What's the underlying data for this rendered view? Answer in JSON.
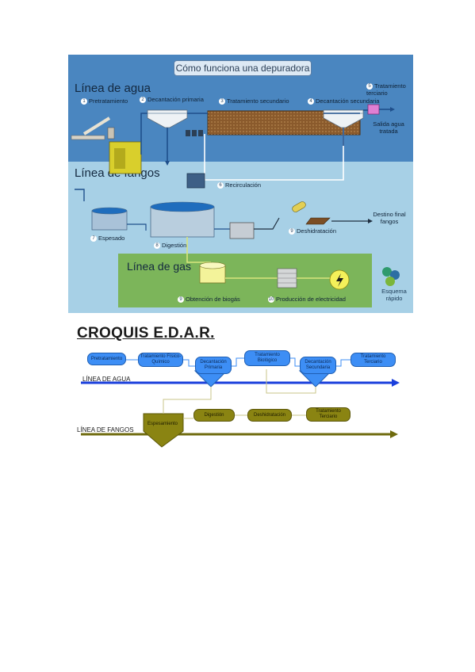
{
  "infographic": {
    "title": "Cómo funciona una depuradora",
    "lines": {
      "agua": "Línea de agua",
      "fangos": "Línea de fangos",
      "gas": "Línea de gas"
    },
    "steps": [
      {
        "num": "1",
        "label": "Pretratamiento"
      },
      {
        "num": "2",
        "label": "Decantación primaria"
      },
      {
        "num": "3",
        "label": "Tratamiento secundario"
      },
      {
        "num": "4",
        "label": "Decantación secundaria"
      },
      {
        "num": "5",
        "label": "Tratamiento terciario"
      },
      {
        "num": "6",
        "label": "Recirculación"
      },
      {
        "num": "7",
        "label": "Espesado"
      },
      {
        "num": "8",
        "label": "Digestión"
      },
      {
        "num": "9",
        "label": "Deshidratación"
      },
      {
        "num": "9",
        "label": "Obtención de biogás"
      },
      {
        "num": "10",
        "label": "Producción de electricidad"
      }
    ],
    "salida": "Salida agua tratada",
    "destino": "Destino final fangos",
    "esquema": [
      "Esquema",
      "rápido"
    ]
  },
  "croquis": {
    "title": "CROQUIS E.D.A.R.",
    "linea_agua": "LÍNEA DE AGUA",
    "linea_fangos": "LÍNEA DE FANGOS",
    "agua_nodes": [
      "Pretratamiento",
      "Tratamiento Físico-Químico",
      "Decantación Primaria",
      "Tratamiento Biológico",
      "Decantación Secundaria",
      "Tratamiento Terciario"
    ],
    "fangos_nodes": [
      "Espesamiento",
      "Digestión",
      "Deshidratación",
      "Tratamiento Terciario"
    ]
  },
  "colors": {
    "agua_band": "#4a86c0",
    "fangos_band": "#a7d0e6",
    "gas_band": "#7cb55a",
    "croquis_blue": "#3d8ef5",
    "croquis_olive": "#8a8412",
    "arrow_blue": "#1a3fdc",
    "arrow_olive": "#6f6b0e"
  }
}
